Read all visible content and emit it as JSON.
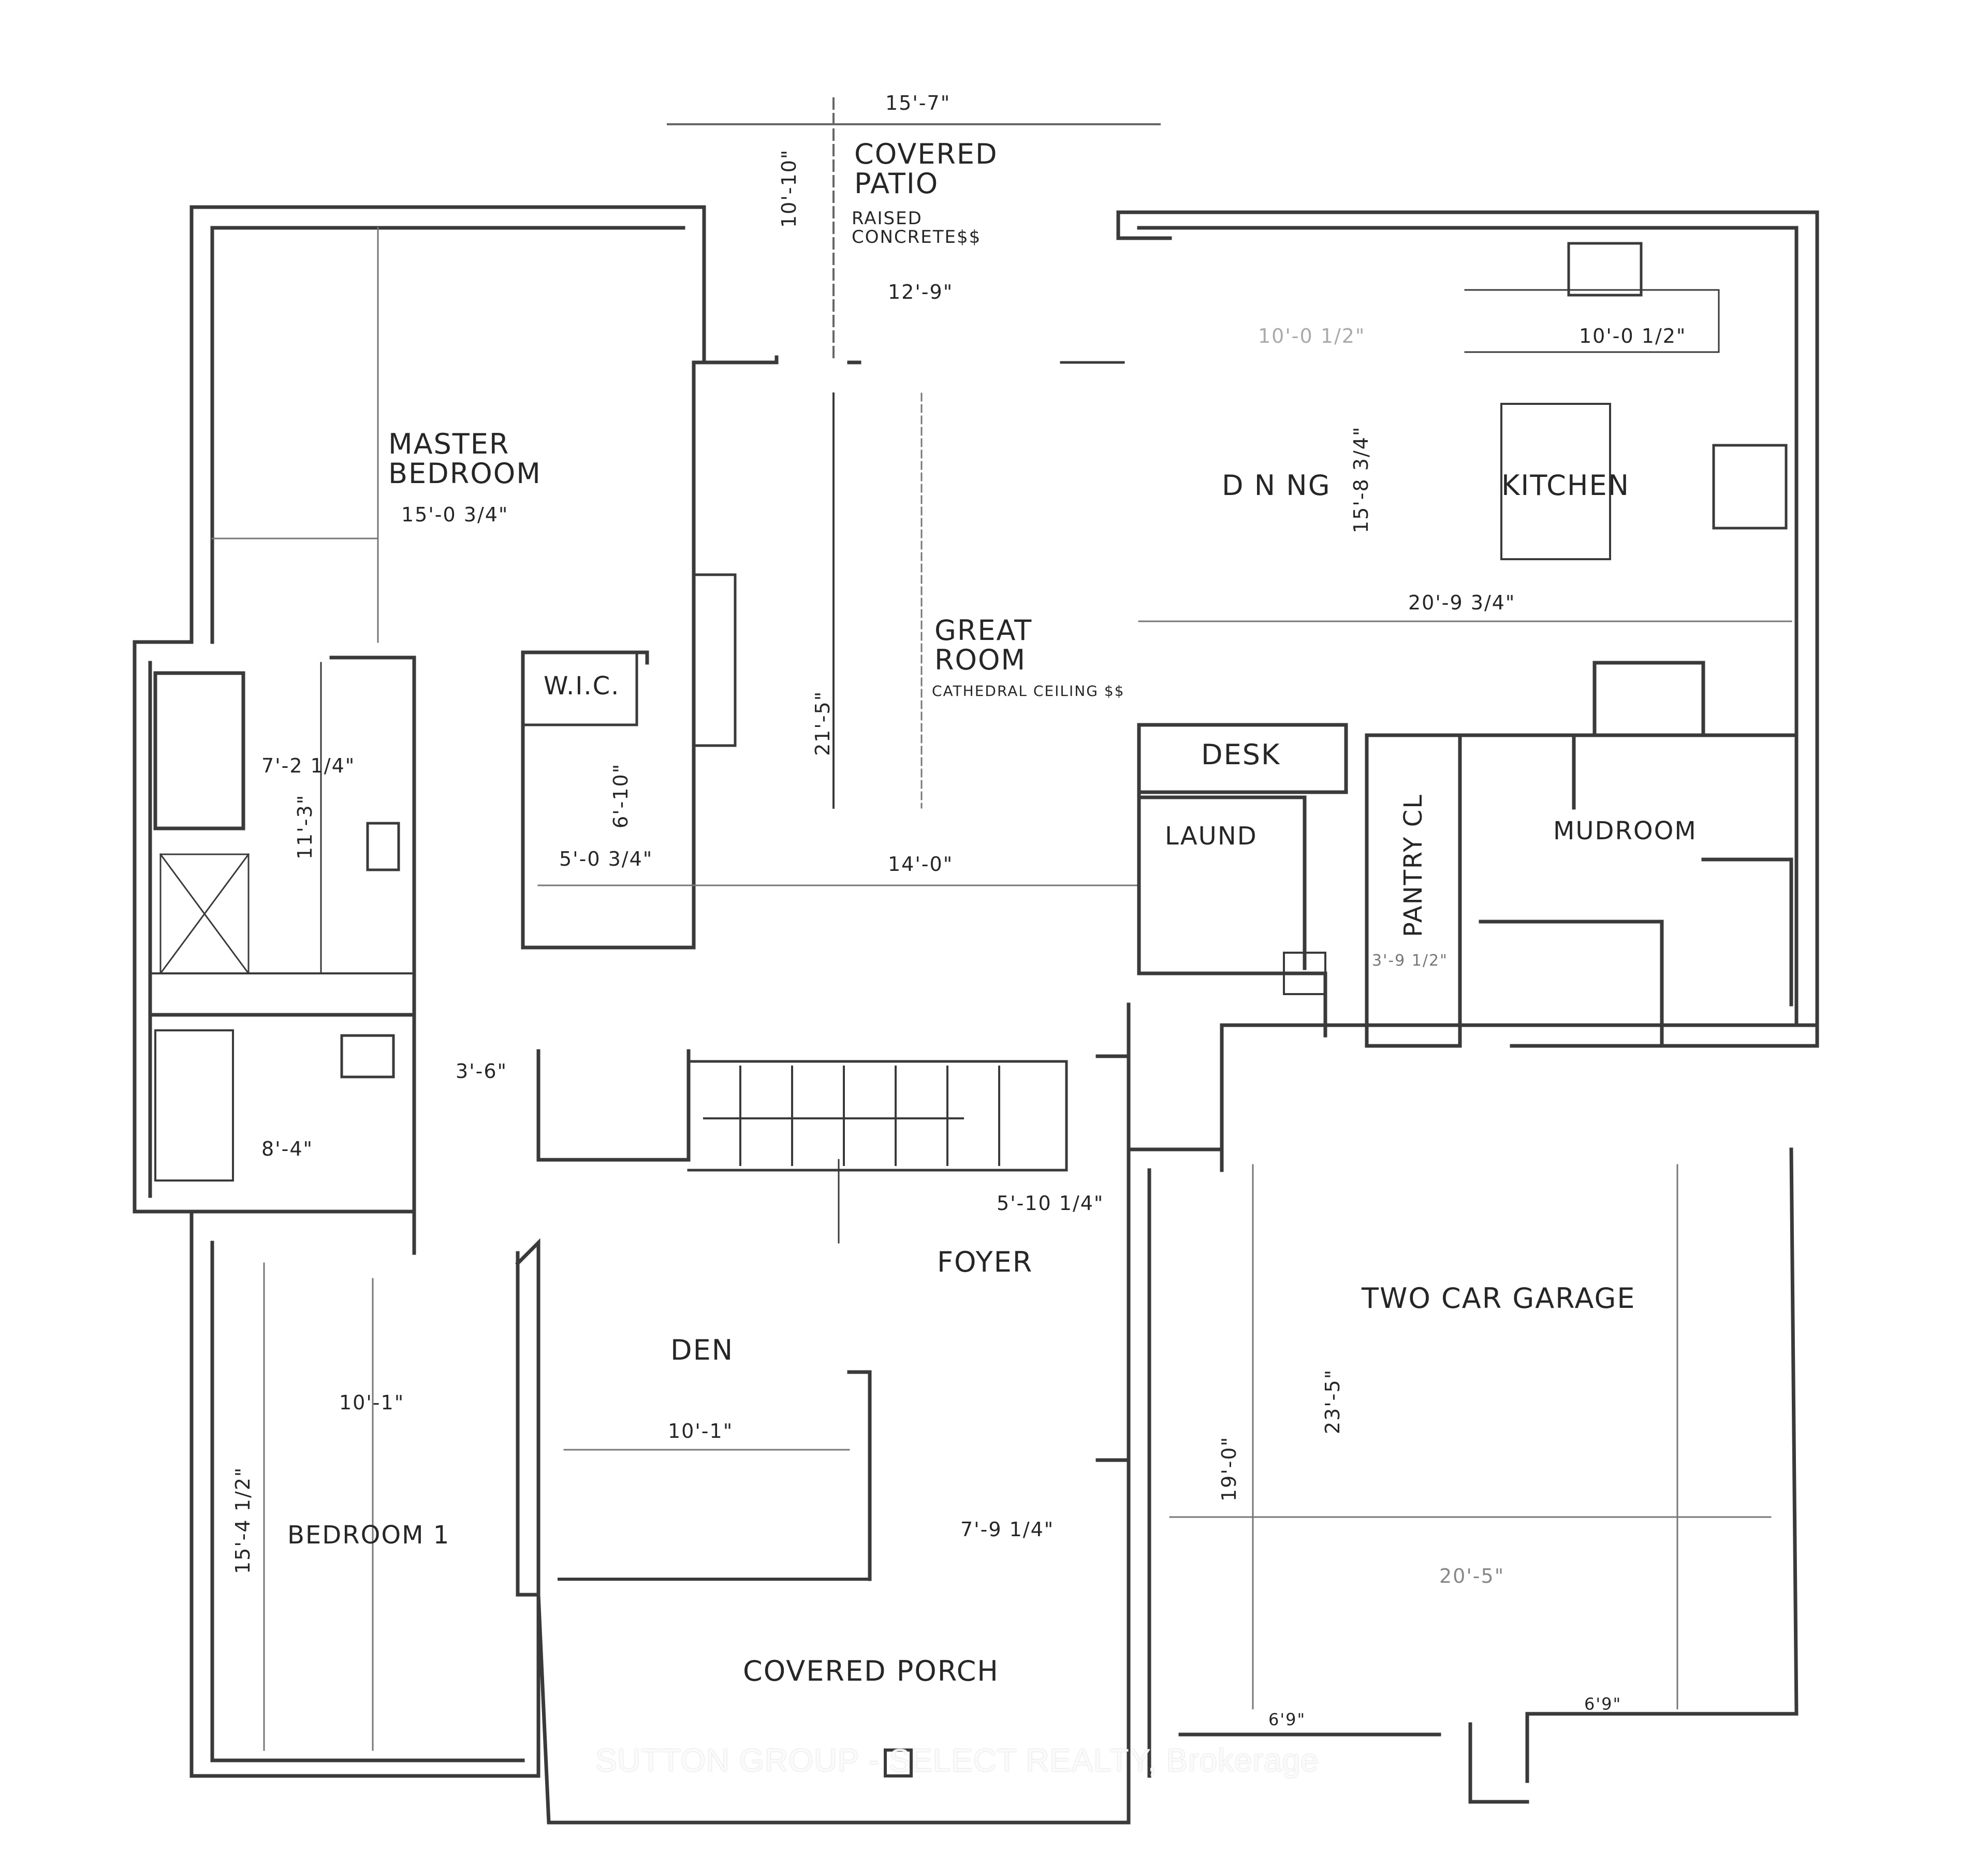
{
  "rooms": {
    "covered_patio": "COVERED PATIO",
    "covered_patio_note": "RAISED CONCRETE$$",
    "master_bedroom": "MASTER BEDROOM",
    "wic": "W.I.C.",
    "great_room": "GREAT ROOM",
    "great_room_note": "CATHEDRAL CEILING $$",
    "dining": "D N NG",
    "kitchen": "KITCHEN",
    "desk": "DESK",
    "laundry": "LAUND",
    "pantry": "PANTRY CL",
    "mudroom": "MUDROOM",
    "foyer": "FOYER",
    "den": "DEN",
    "two_car_garage": "TWO CAR GARAGE",
    "bedroom1": "BEDROOM 1",
    "covered_porch": "COVERED PORCH"
  },
  "dimensions": {
    "patio_width": "15'-7\"",
    "patio_depth": "10'-10\"",
    "patio_inner": "12'-9\"",
    "dining_width": "10'-0 1/2\"",
    "kitchen_width": "10'-0 1/2\"",
    "master_width": "15'-0 3/4\"",
    "dining_depth": "15'-8 3/4\"",
    "kitchen_total": "20'-9 3/4\"",
    "great_depth": "21'-5\"",
    "great_width": "14'-0\"",
    "ensuite_a": "7'-2 1/4\"",
    "ensuite_b": "11'-3\"",
    "wic_depth": "6'-10\"",
    "wic_width": "5'-0 3/4\"",
    "pantry_dim": "3'-9 1/2\"",
    "hall_width": "3'-6\"",
    "bath2": "8'-4\"",
    "foyer_width": "5'-10 1/4\"",
    "bed1_width": "10'-1\"",
    "den_width": "10'-1\"",
    "bed1_depth": "15'-4 1/2\"",
    "porch_depth": "7'-9 1/4\"",
    "garage_depth_a": "19'-0\"",
    "garage_depth_b": "23'-5\"",
    "garage_width": "20'-5\"",
    "garage_door_a": "6'9\"",
    "garage_door_b": "6'9\""
  },
  "watermark": "SUTTON GROUP - SELECT REALTY, Brokerage"
}
